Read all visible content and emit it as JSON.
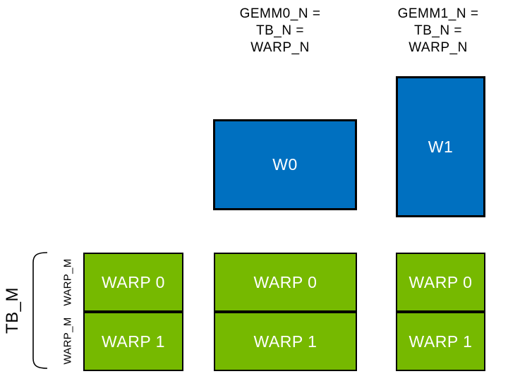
{
  "colors": {
    "blue": "#0070C0",
    "green": "#76B900",
    "border": "#000000",
    "label_text": "#FFFFFF",
    "header_text": "#000000"
  },
  "headers": [
    {
      "line1": "GEMM0_N =",
      "line2": "TB_N =",
      "line3": "WARP_N"
    },
    {
      "line1": "GEMM1_N =",
      "line2": "TB_N =",
      "line3": "WARP_N"
    }
  ],
  "blue_tiles": [
    {
      "label": "W0"
    },
    {
      "label": "W1"
    }
  ],
  "left_labels": {
    "tb": "TB_M",
    "warp_row1": "WARP_M",
    "warp_row2": "WARP_M"
  },
  "green_grid": {
    "col1": {
      "row1": "WARP 0",
      "row2": "WARP 1"
    },
    "col2": {
      "row1": "WARP 0",
      "row2": "WARP 1"
    },
    "col3": {
      "row1": "WARP 0",
      "row2": "WARP 1"
    }
  }
}
